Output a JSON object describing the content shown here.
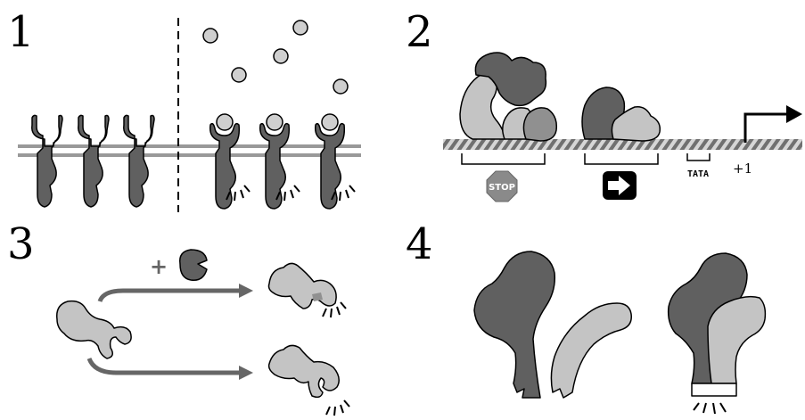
{
  "panels": [
    {
      "number": "1"
    },
    {
      "number": "2"
    },
    {
      "number": "3"
    },
    {
      "number": "4"
    }
  ],
  "panel2": {
    "tata_label": "TATA",
    "tss_label": "+1",
    "stop_label": "STOP"
  },
  "panel3": {
    "plus_symbol": "+"
  },
  "colors": {
    "dark_protein": "#606060",
    "light_protein": "#c4c4c4",
    "ligand": "#cfcfcf",
    "membrane": "#999999",
    "dna_light": "#d6d6d6",
    "dna_dark": "#707070",
    "stop_octagon": "#8a8a8a",
    "arrow_gray": "#666666",
    "outline": "#000000"
  },
  "icons": [
    "stop-sign-icon",
    "right-arrow-icon",
    "transcription-start-arrow-icon",
    "signal-burst-icon"
  ]
}
